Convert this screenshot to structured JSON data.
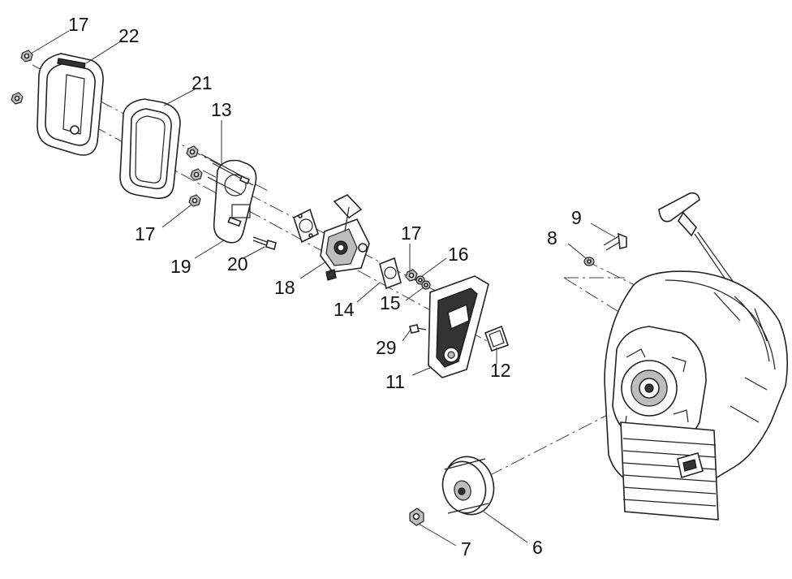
{
  "callouts": [
    {
      "id": "c17a",
      "label": "17"
    },
    {
      "id": "c22",
      "label": "22"
    },
    {
      "id": "c21",
      "label": "21"
    },
    {
      "id": "c13",
      "label": "13"
    },
    {
      "id": "c17b",
      "label": "17"
    },
    {
      "id": "c19",
      "label": "19"
    },
    {
      "id": "c20",
      "label": "20"
    },
    {
      "id": "c18",
      "label": "18"
    },
    {
      "id": "c17c",
      "label": "17"
    },
    {
      "id": "c16",
      "label": "16"
    },
    {
      "id": "c14",
      "label": "14"
    },
    {
      "id": "c15",
      "label": "15"
    },
    {
      "id": "c29",
      "label": "29"
    },
    {
      "id": "c11",
      "label": "11"
    },
    {
      "id": "c12",
      "label": "12"
    },
    {
      "id": "c9",
      "label": "9"
    },
    {
      "id": "c8",
      "label": "8"
    },
    {
      "id": "c7",
      "label": "7"
    },
    {
      "id": "c6",
      "label": "6"
    }
  ]
}
